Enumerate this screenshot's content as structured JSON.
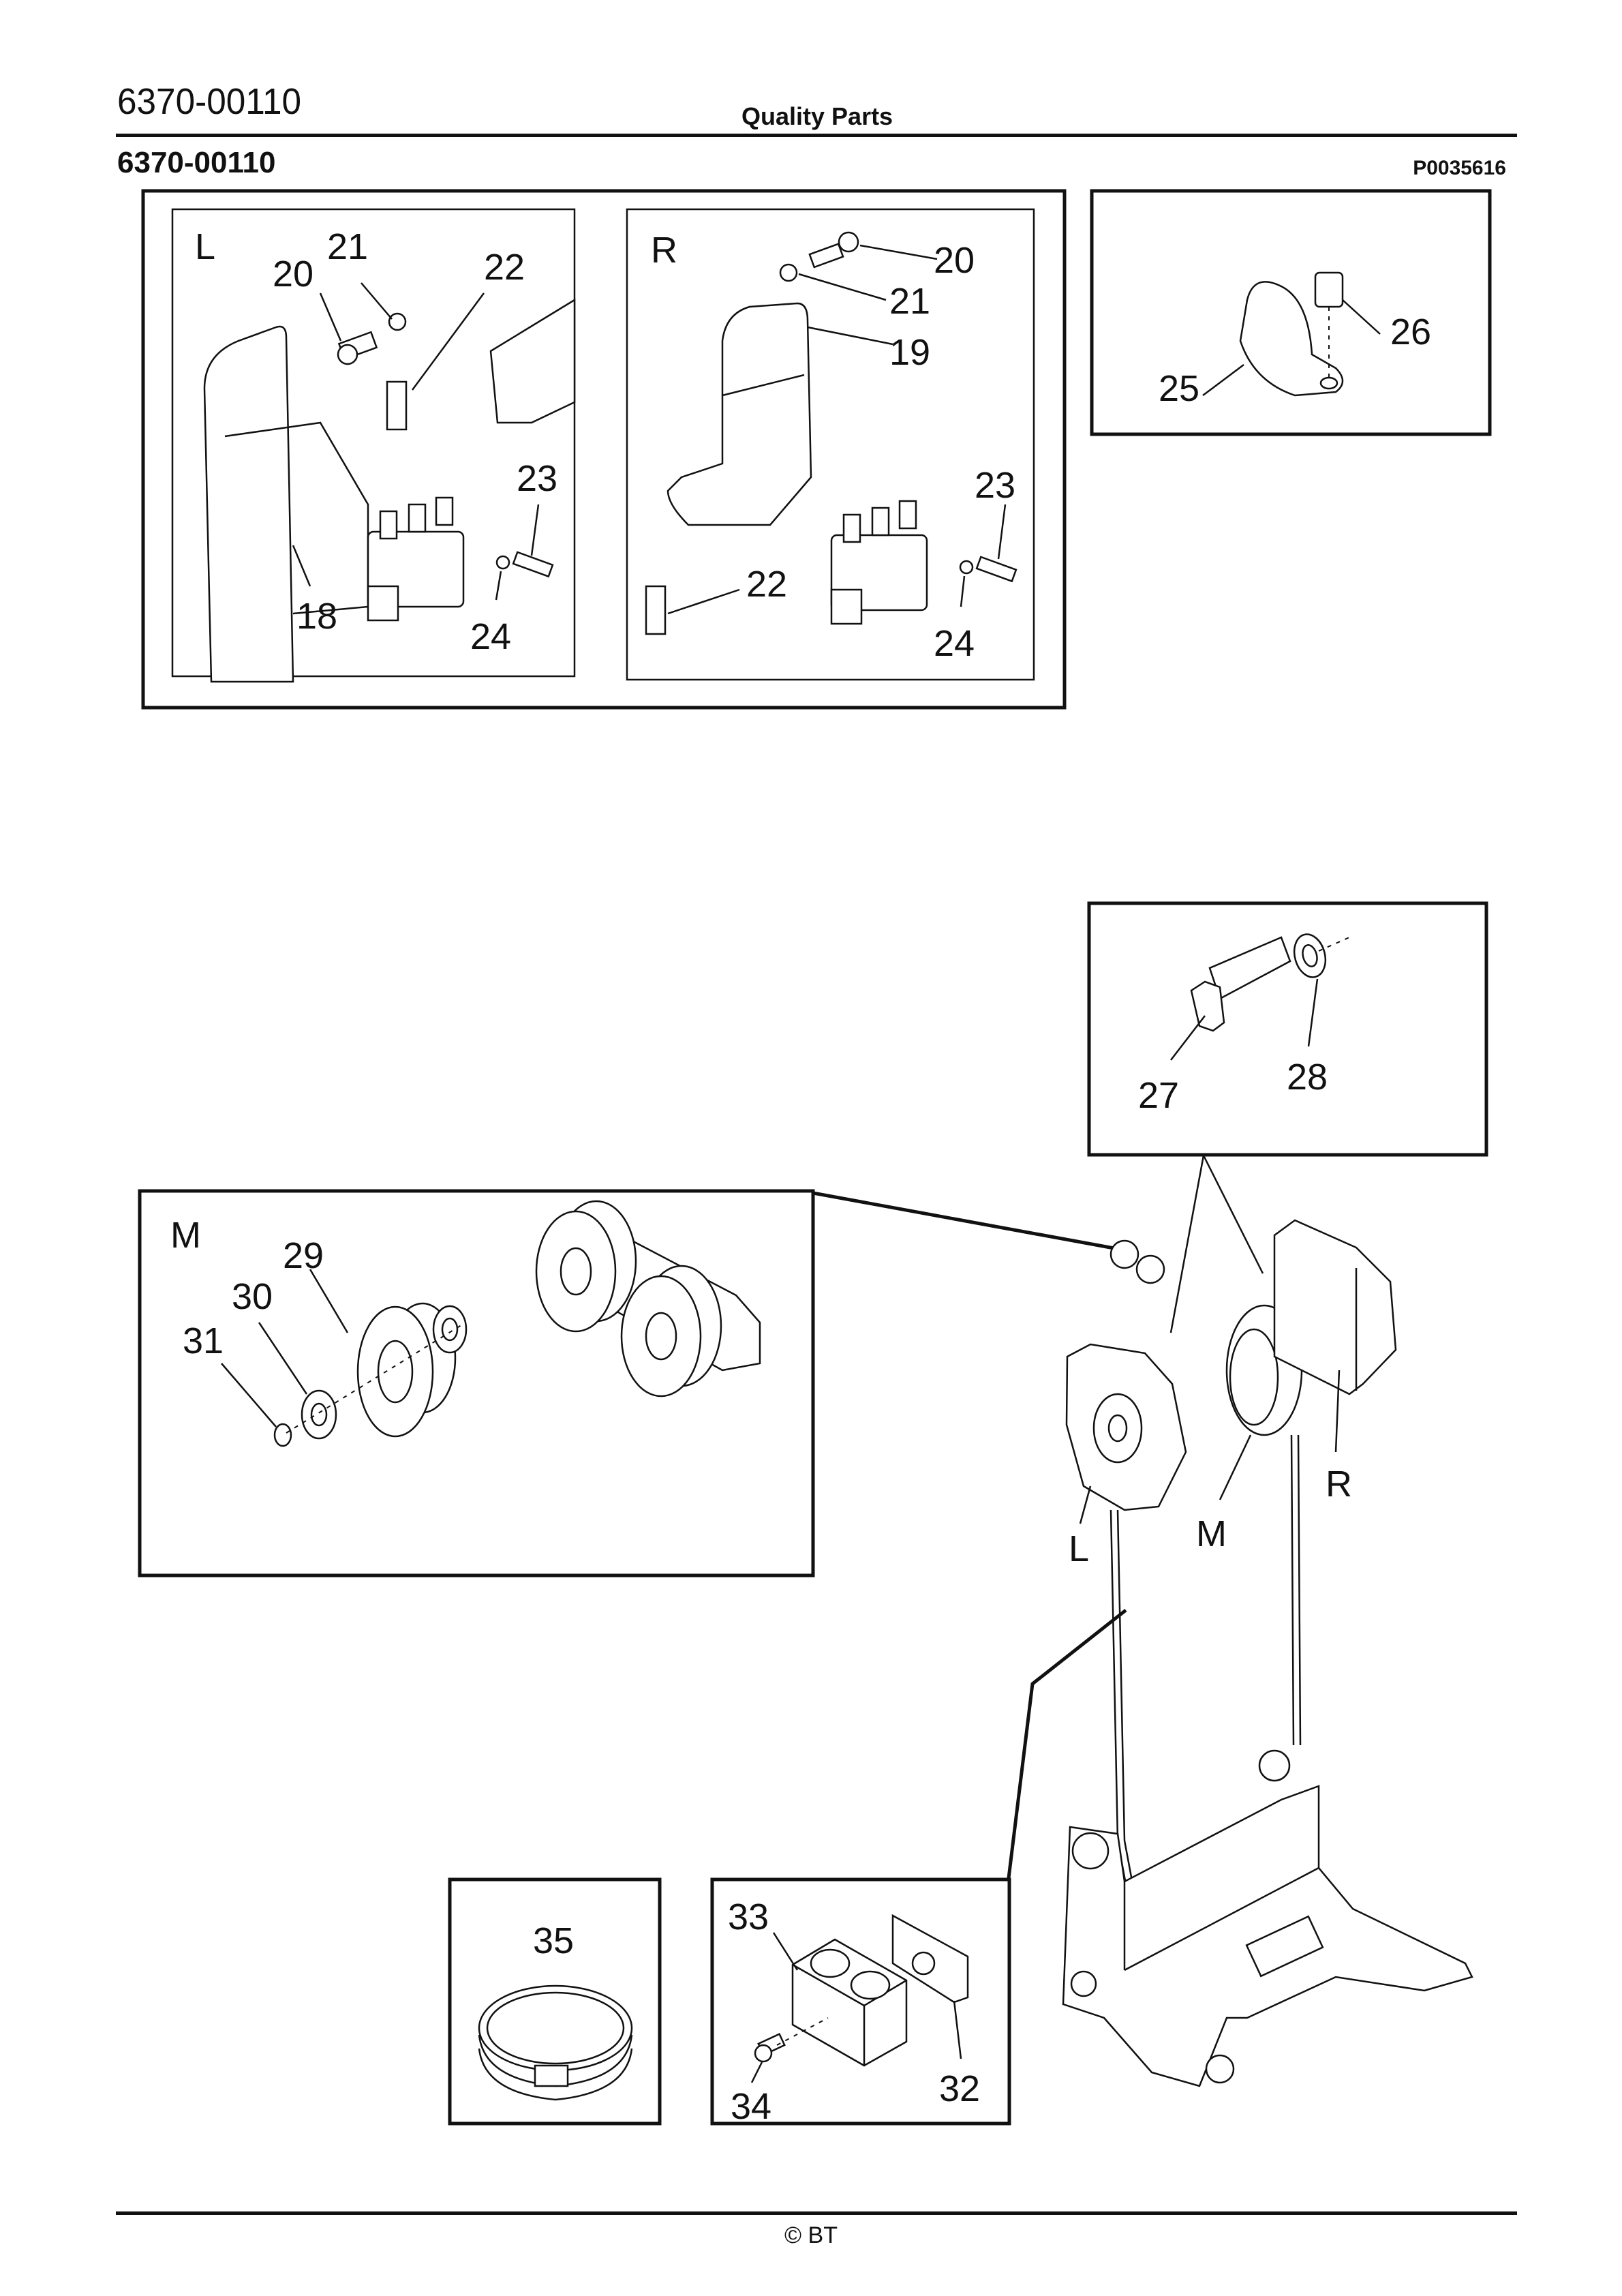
{
  "header": {
    "document_number": "6370-00110",
    "title": "Quality Parts"
  },
  "subheader": {
    "group_id": "6370-00110",
    "illustration_ref": "P0035616"
  },
  "views": {
    "left_bracket": {
      "label": "L",
      "callouts": [
        "21",
        "20",
        "22",
        "23",
        "18",
        "24"
      ]
    },
    "right_bracket": {
      "label": "R",
      "callouts": [
        "20",
        "21",
        "19",
        "23",
        "22",
        "24"
      ]
    },
    "clamp": {
      "callouts": [
        "26",
        "25"
      ]
    },
    "bolt_washer": {
      "callouts": [
        "27",
        "28"
      ]
    },
    "middle_pulley": {
      "label": "M",
      "callouts": [
        "29",
        "30",
        "31"
      ]
    },
    "hose_clamp": {
      "callouts": [
        "35"
      ]
    },
    "hose_block": {
      "callouts": [
        "33",
        "34",
        "32"
      ]
    },
    "assembly": {
      "callouts": [
        "L",
        "M",
        "R"
      ]
    }
  },
  "footer": {
    "copyright": "© BT"
  }
}
